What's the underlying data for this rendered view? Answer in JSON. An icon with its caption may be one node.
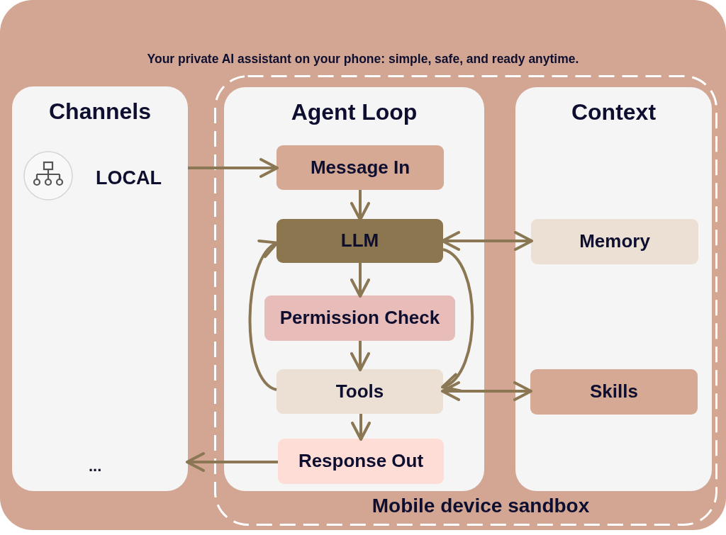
{
  "diagram": {
    "nodes": [
      {
        "text": [
          "Your private AI assistant on your phone: simple, safe, and ready anytime."
        ]
      },
      {
        "text": [
          "Channels"
        ],
        "in": 0
      },
      {
        "text": [
          "Mobile device sandbox"
        ],
        "in": 0
      },
      {
        "text": [
          "Agent Loop"
        ],
        "in": 2
      },
      {
        "text": [
          "Message In"
        ],
        "in": 3
      },
      {
        "text": [
          "LLM"
        ],
        "in": 3
      },
      {
        "text": [
          "Permission Check"
        ],
        "in": 3
      },
      {
        "text": [
          "Tools"
        ],
        "in": 3
      },
      {
        "text": [
          "Response Out"
        ],
        "in": 3
      },
      {
        "text": [
          "Context"
        ],
        "in": 2
      },
      {
        "text": [
          "Memory"
        ],
        "in": 9
      },
      {
        "text": [
          "Skills"
        ],
        "in": 9
      }
    ],
    "edges": [
      {
        "from": 1,
        "to": 4,
        "arrow": "to"
      },
      {
        "from": 4,
        "to": 5,
        "arrow": "to"
      },
      {
        "from": 5,
        "to": 6,
        "arrow": "to"
      },
      {
        "from": 6,
        "to": 7,
        "arrow": "to"
      },
      {
        "from": 7,
        "to": 8,
        "arrow": "to"
      },
      {
        "from": 8,
        "to": 1,
        "arrow": "to"
      },
      {
        "from": 7,
        "to": 5,
        "arrow": "to"
      },
      {
        "from": 5,
        "to": 7,
        "arrow": "to"
      },
      {
        "from": 5,
        "to": 10,
        "arrow": "both"
      },
      {
        "from": 7,
        "to": 11,
        "arrow": "both"
      }
    ],
    "labels": [
      "LOCAL",
      "..."
    ]
  }
}
